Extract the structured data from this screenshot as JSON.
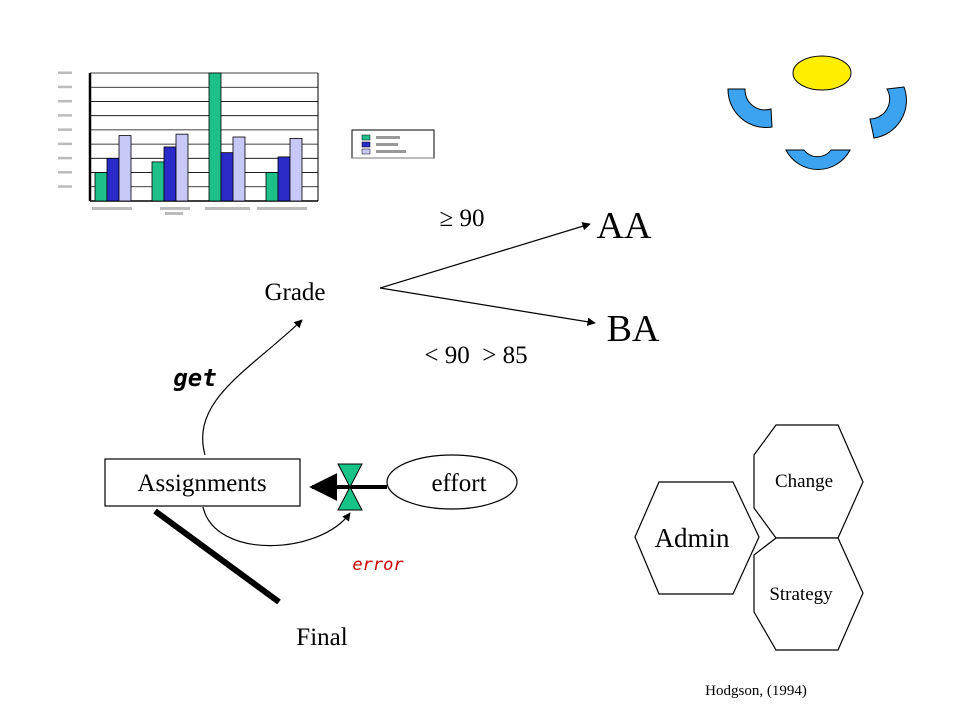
{
  "nodes": {
    "grade": "Grade",
    "aa": "AA",
    "ba": "BA",
    "assignments": "Assignments",
    "effort": "effort",
    "final": "Final"
  },
  "conditions": {
    "high": "≥ 90",
    "mid": "< 90  > 85"
  },
  "flow_labels": {
    "get": "get",
    "error": "error"
  },
  "hexagons": {
    "admin": "Admin",
    "change": "Change",
    "strategy": "Strategy"
  },
  "citation": "Hodgson, (1994)",
  "colors": {
    "green": "#1fbf8a",
    "blue": "#2a2ac8",
    "lavender": "#c8c8f8",
    "arc_blue": "#3ba3f0",
    "yellow": "#ffee00",
    "valve_green": "#17c487",
    "error_red": "#cc0000"
  },
  "chart_data": {
    "type": "bar",
    "categories": [
      "",
      "",
      "",
      ""
    ],
    "series": [
      {
        "name": "",
        "values": [
          20,
          27.5,
          90,
          20
        ]
      },
      {
        "name": "",
        "values": [
          30,
          38,
          34,
          31
        ]
      },
      {
        "name": "",
        "values": [
          46,
          47,
          45,
          44
        ]
      }
    ],
    "ylim": [
      0,
      90
    ],
    "grid": true,
    "legend": "right"
  }
}
